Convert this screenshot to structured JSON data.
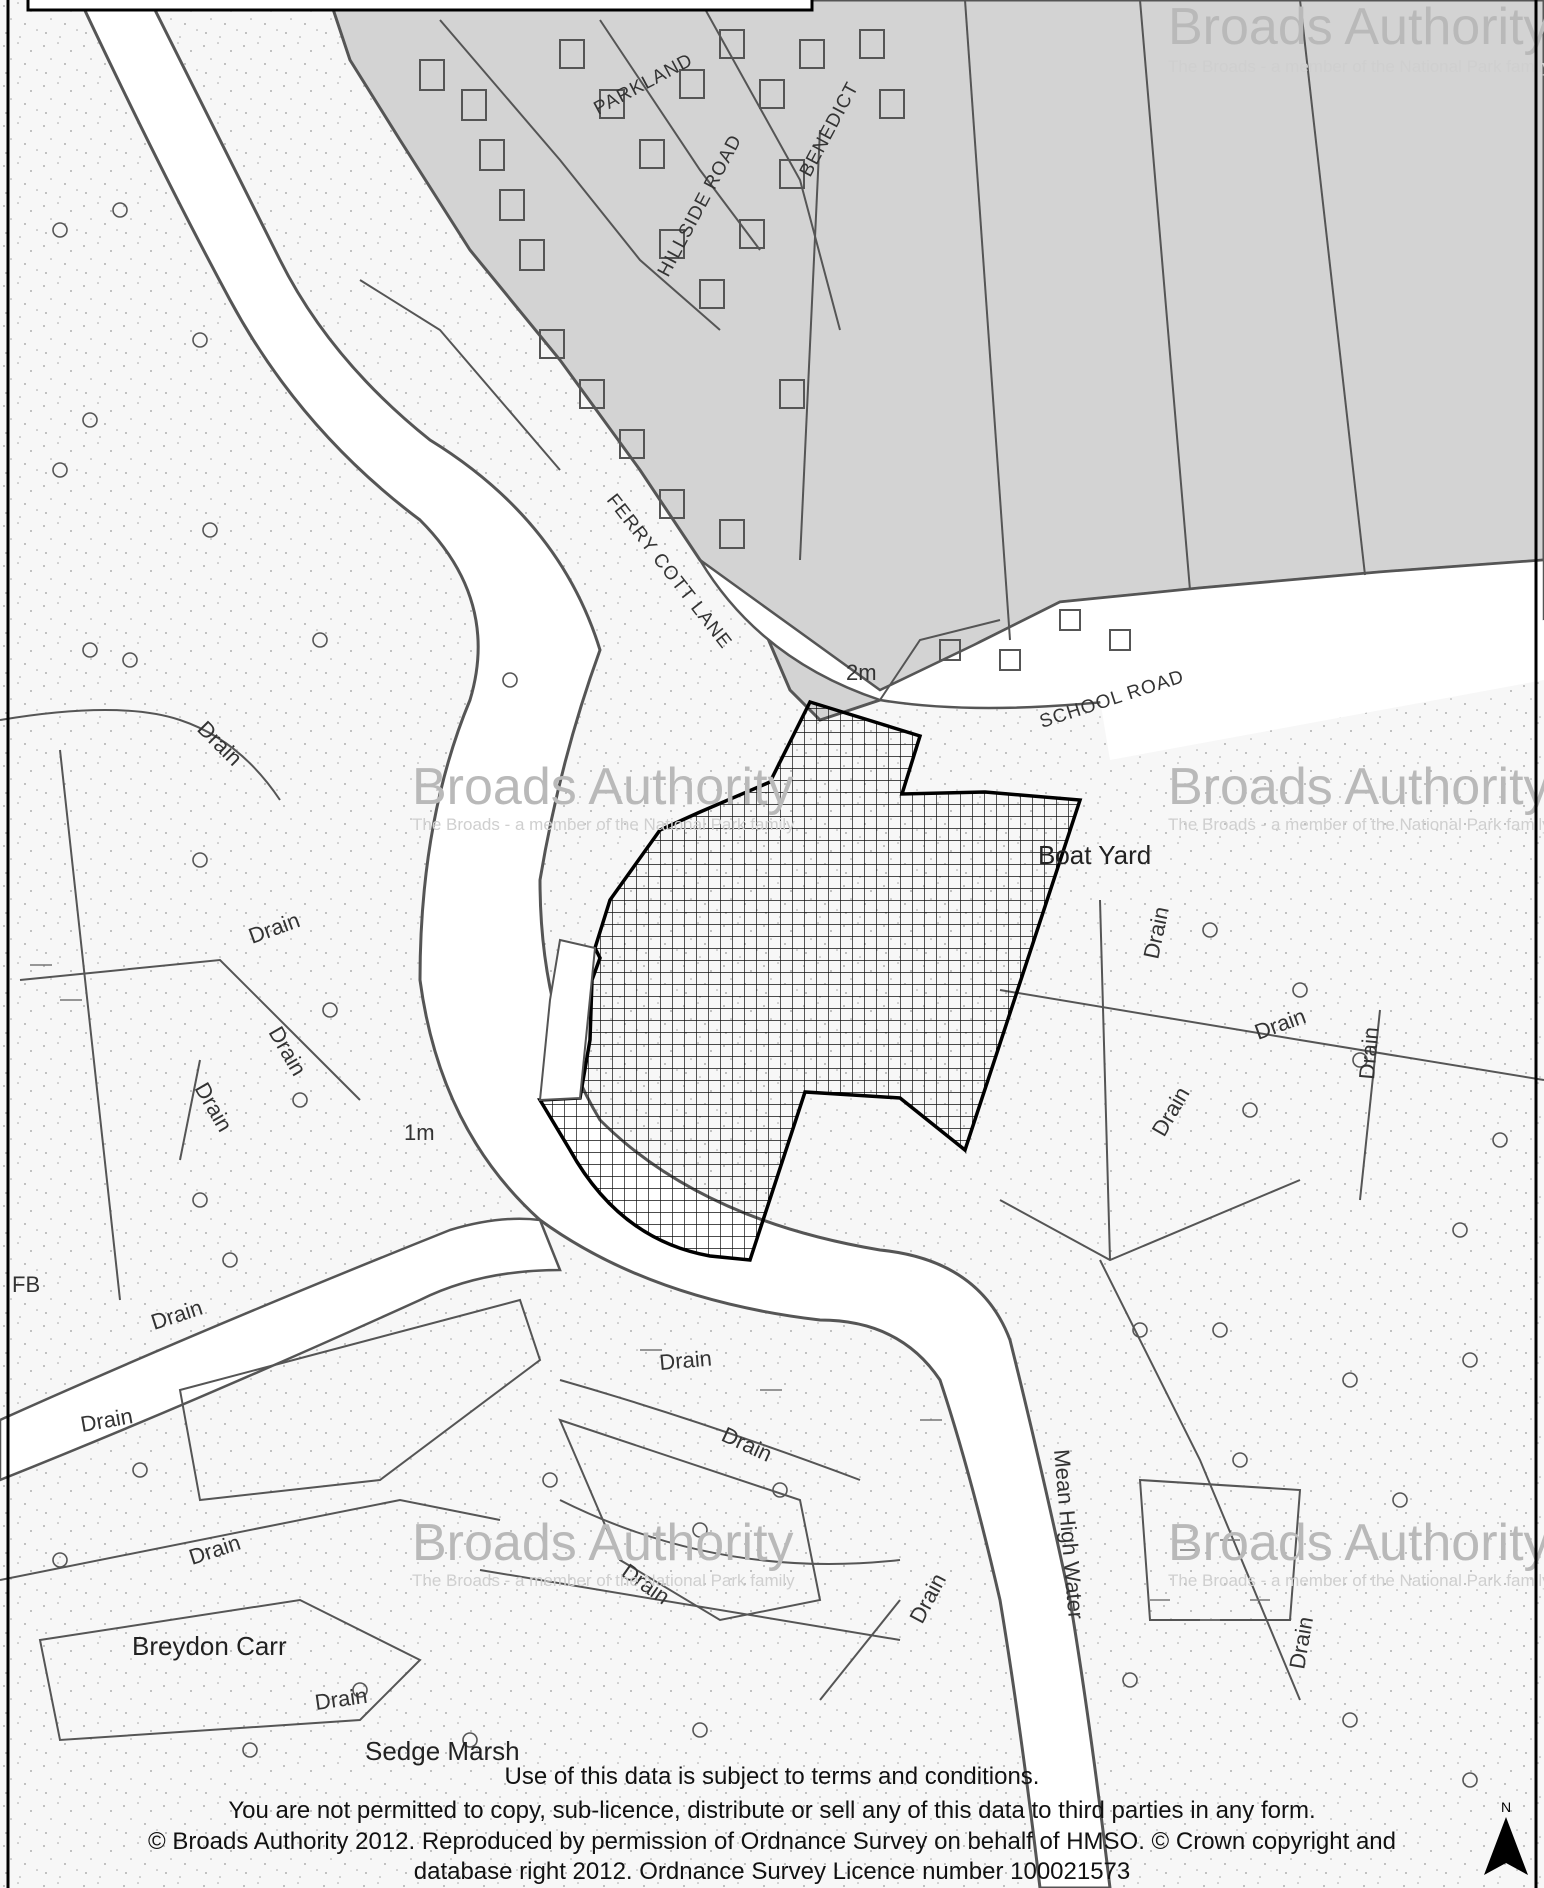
{
  "map": {
    "colors": {
      "land": "#f7f7f7",
      "built_up": "#d3d3d3",
      "river": "#ffffff",
      "lines": "#555555",
      "boundary": "#000000",
      "watermark": "#b9b9b9"
    },
    "street_labels": [
      "PARKLAND",
      "HILLSIDE ROAD",
      "BENEDICT",
      "FERRY COTT LANE",
      "SCHOOL ROAD"
    ],
    "place_labels": [
      "Breydon Carr",
      "Sedge Marsh",
      "Boat Yard",
      "Mean High Water",
      "FB"
    ],
    "drain_label": "Drain",
    "spot_heights": [
      "2m",
      "1m"
    ],
    "watermark": {
      "title": "Broads Authority",
      "subtitle": "The Broads - a member of the National Park family"
    },
    "legal_notice": [
      "Use of this data is subject to terms and conditions.",
      "You are not permitted to copy, sub-licence, distribute or sell any of this data to third parties in any form.",
      "© Broads Authority 2012. Reproduced by permission of Ordnance Survey on behalf of HMSO. © Crown copyright and",
      "database right 2012. Ordnance Survey Licence number 100021573"
    ],
    "north_arrow": {
      "letter": "N",
      "icon": "north-arrow-icon"
    }
  }
}
